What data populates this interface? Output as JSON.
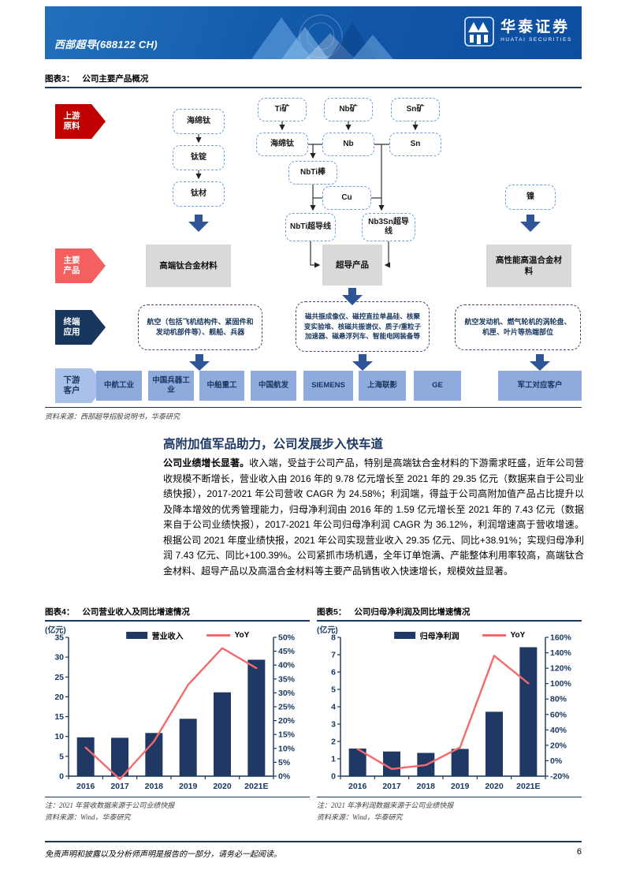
{
  "header": {
    "stock_title": "西部超导(688122 CH)",
    "brand_cn": "华泰证券",
    "brand_en": "HUATAI SECURITIES",
    "banner_color": "#135AA9"
  },
  "figure3": {
    "label": "图表3：",
    "title": "公司主要产品概况",
    "stages": [
      {
        "label": "上游原料",
        "color": "#C00000"
      },
      {
        "label": "主要产品",
        "color": "#F4605F"
      },
      {
        "label": "终端应用",
        "color": "#17375E"
      },
      {
        "label": "下游客户",
        "color": "#A9C1E8"
      }
    ],
    "nodes": {
      "sponge_ti_a": "海绵钛",
      "ti_ingot": "钛锭",
      "ti_material": "钛材",
      "ti_ore": "Ti矿",
      "nb_ore": "Nb矿",
      "sn_ore": "Sn矿",
      "sponge_ti_b": "海绵钛",
      "nb": "Nb",
      "sn": "Sn",
      "nbti_rod": "NbTi棒",
      "cu": "Cu",
      "nbti_wire": "NbTi超导线",
      "nb3sn_wire": "Nb3Sn超导线",
      "nickel": "镍"
    },
    "products": [
      "高端钛合金材料",
      "超导产品",
      "高性能高温合金材料"
    ],
    "applications": [
      "航空（包括飞机结构件、紧固件和发动机部件等）、舰船、兵器",
      "磁共振成像仪、磁控直拉单晶硅、核聚变实验堆、核磁共振谱仪、质子/重粒子加速器、磁悬浮列车、智能电网装备等",
      "航空发动机、燃气轮机的涡轮盘、机匣、叶片等热端部位"
    ],
    "customers": [
      "中航工业",
      "中国兵器工业",
      "中船重工",
      "中国航发",
      "SIEMENS",
      "上海联影",
      "GE",
      "军工对应客户"
    ],
    "source": "资料来源：西部超导招股说明书，华泰研究"
  },
  "section": {
    "heading": "高附加值军品助力，公司发展步入快车道",
    "lead": "公司业绩增长显著。",
    "body": "收入端，受益于公司产品，特别是高端钛合金材料的下游需求旺盛，近年公司营收规模不断增长，营业收入由 2016 年的 9.78 亿元增长至 2021 年的 29.35 亿元（数据来自于公司业绩快报），2017-2021 年公司营收 CAGR 为 24.58%；利润端，得益于公司高附加值产品占比提升以及降本增效的优秀管理能力，归母净利润由 2016 年的 1.59 亿元增长至 2021 年的 7.43 亿元（数据来自于公司业绩快报），2017-2021 年公司归母净利润 CAGR 为 36.12%，利润增速高于营收增速。根据公司 2021 年度业绩快报，2021 年公司实现营业收入 29.35 亿元、同比+38.91%；实现归母净利润 7.43 亿元、同比+100.39%。公司紧抓市场机遇，全年订单饱满、产能整体利用率较高，高端钛合金材料、超导产品以及高温合金材料等主要产品销售收入快速增长，规模效益显著。"
  },
  "chart_data": [
    {
      "type": "bar+line",
      "figure_label": "图表4：",
      "title": "公司营业收入及同比增速情况",
      "unit_label": "(亿元)",
      "categories": [
        "2016",
        "2017",
        "2018",
        "2019",
        "2020",
        "2021E"
      ],
      "series": [
        {
          "name": "营业收入",
          "type": "bar",
          "axis": "left",
          "values": [
            9.78,
            9.67,
            10.88,
            14.46,
            21.13,
            29.35
          ]
        },
        {
          "name": "YoY",
          "type": "line",
          "axis": "right",
          "values": [
            10.3,
            -1.1,
            12.5,
            32.9,
            46.1,
            38.91
          ]
        }
      ],
      "left_axis": {
        "min": 0,
        "max": 35,
        "ticks": [
          0,
          5,
          10,
          15,
          20,
          25,
          30,
          35
        ]
      },
      "right_axis": {
        "min": 0,
        "max": 50,
        "ticks": [
          0,
          5,
          10,
          15,
          20,
          25,
          30,
          35,
          40,
          45,
          50
        ],
        "suffix": "%"
      },
      "colors": {
        "bar": "#1F3864",
        "line": "#F4696C",
        "axis": "#17375E"
      },
      "legend_position": "top",
      "grid": false,
      "note": "注：2021 年营收数据来源于公司业绩快报",
      "source": "资料来源：Wind，华泰研究"
    },
    {
      "type": "bar+line",
      "figure_label": "图表5：",
      "title": "公司归母净利润及同比增速情况",
      "unit_label": "(亿元)",
      "categories": [
        "2016",
        "2017",
        "2018",
        "2019",
        "2020",
        "2021E"
      ],
      "series": [
        {
          "name": "归母净利润",
          "type": "bar",
          "axis": "left",
          "values": [
            1.59,
            1.42,
            1.34,
            1.57,
            3.71,
            7.43
          ]
        },
        {
          "name": "YoY",
          "type": "line",
          "axis": "right",
          "values": [
            15.2,
            -10.7,
            -5.6,
            17.2,
            136.2,
            100.39
          ]
        }
      ],
      "left_axis": {
        "min": 0,
        "max": 8,
        "ticks": [
          0,
          1,
          2,
          3,
          4,
          5,
          6,
          7,
          8
        ]
      },
      "right_axis": {
        "min": -20,
        "max": 160,
        "ticks": [
          -20,
          0,
          20,
          40,
          60,
          80,
          100,
          120,
          140,
          160
        ],
        "suffix": "%"
      },
      "colors": {
        "bar": "#1F3864",
        "line": "#F4696C",
        "axis": "#17375E"
      },
      "legend_position": "top",
      "grid": false,
      "note": "注：2021 年净利润数据来源于公司业绩快报",
      "source": "资料来源：Wind，华泰研究"
    }
  ],
  "footer": {
    "disclaimer": "免责声明和披露以及分析师声明是报告的一部分，请务必一起阅读。",
    "page_number": "6"
  }
}
